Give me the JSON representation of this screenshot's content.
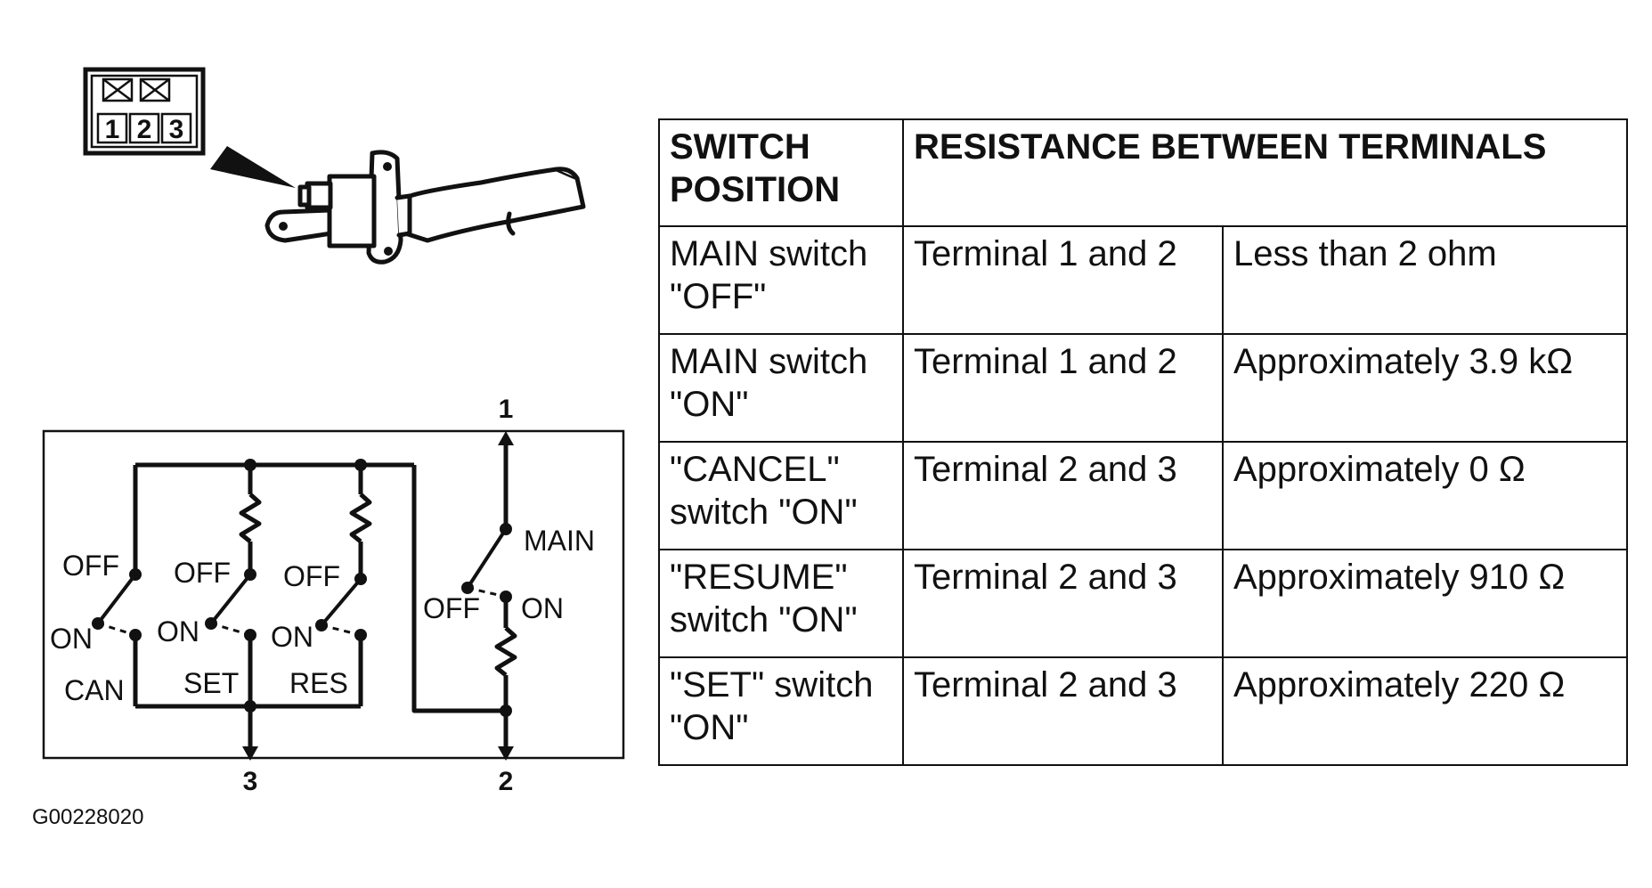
{
  "connector": {
    "pins": [
      "1",
      "2",
      "3"
    ]
  },
  "schematic": {
    "terminal_top": "1",
    "terminal_bottom_left": "3",
    "terminal_bottom_right": "2",
    "main_label": "MAIN",
    "off_label": "OFF",
    "on_label": "ON",
    "can_label": "CAN",
    "set_label": "SET",
    "res_label": "RES"
  },
  "figure_code": "G00228020",
  "table": {
    "headers": [
      "SWITCH POSITION",
      "RESISTANCE BETWEEN TERMINALS"
    ],
    "rows": [
      {
        "position": "MAIN switch \"OFF\"",
        "terminals": "Terminal 1 and 2",
        "resistance": "Less than 2 ohm"
      },
      {
        "position": "MAIN switch \"ON\"",
        "terminals": "Terminal 1 and 2",
        "resistance": "Approximately 3.9 kΩ"
      },
      {
        "position": "\"CANCEL\" switch \"ON\"",
        "terminals": "Terminal 2 and 3",
        "resistance": "Approximately 0 Ω"
      },
      {
        "position": "\"RESUME\" switch \"ON\"",
        "terminals": "Terminal 2 and 3",
        "resistance": "Approximately 910 Ω"
      },
      {
        "position": "\"SET\" switch \"ON\"",
        "terminals": "Terminal 2 and 3",
        "resistance": "Approximately 220 Ω"
      }
    ]
  }
}
